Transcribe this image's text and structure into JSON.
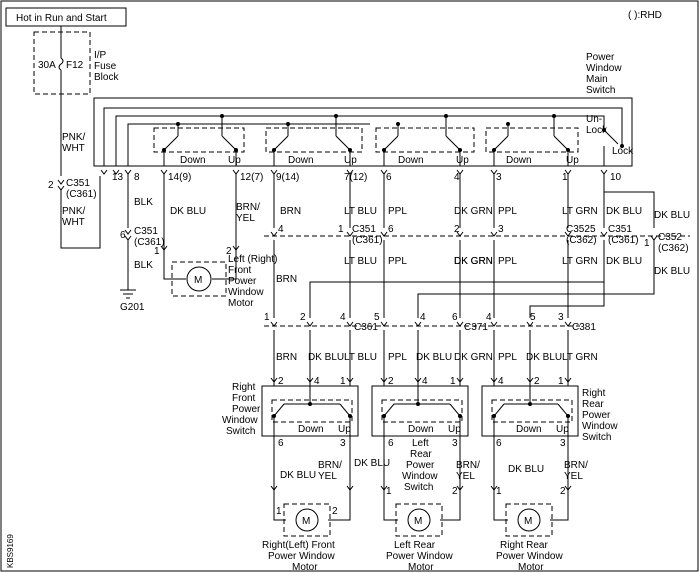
{
  "header": {
    "power_label": "Hot in Run and Start",
    "rhd_note": "( ):RHD"
  },
  "fuse": {
    "rating": "30A",
    "id": "F12",
    "block_label": [
      "I/P",
      "Fuse",
      "Block"
    ]
  },
  "main_switch": {
    "label": [
      "Power",
      "Window",
      "Main",
      "Switch"
    ],
    "lock_labels": [
      "Un-",
      "Lock",
      "Lock"
    ],
    "down_label": "Down",
    "up_label": "Up",
    "pins": [
      "13",
      "8",
      "14(9)",
      "12(7)",
      "9(14)",
      "7(12)",
      "6",
      "4",
      "3",
      "1",
      "10"
    ]
  },
  "left_branch": {
    "wire_top": [
      "PNK/",
      "WHT"
    ],
    "wire_bottom": [
      "PNK/",
      "WHT"
    ],
    "connector": [
      "C351",
      "(C361)"
    ],
    "pin": "2"
  },
  "ground_branch": {
    "wire_top": "BLK",
    "wire_bottom": "BLK",
    "connector": [
      "C351",
      "(C361)"
    ],
    "pin": "6",
    "ground": "G201"
  },
  "left_front_motor": {
    "wire_a": "DK BLU",
    "wire_b": [
      "BRN/",
      "YEL"
    ],
    "pin_a": "1",
    "pin_b": "2",
    "symbol": "M",
    "label": [
      "Left (Right)",
      "Front",
      "Power",
      "Window",
      "Motor"
    ]
  },
  "upper_wires": {
    "w1": "BRN",
    "w2": "LT BLU",
    "w3": "PPL",
    "w4": "DK GRN",
    "w5": "PPL",
    "w6": "LT GRN",
    "w7": "DK BLU",
    "w8": "DK BLU"
  },
  "upper_pins": [
    "4",
    "1",
    "6",
    "2",
    "3",
    "5",
    "1"
  ],
  "upper_connectors": {
    "c351_361": [
      "C351",
      "(C361)"
    ],
    "c352_362": [
      "C352",
      "(C362)"
    ],
    "c351_361b": [
      "C351",
      "(C361)"
    ],
    "c352_362b": [
      "C352",
      "(C362)"
    ]
  },
  "mid_wires": {
    "w1": "LT BLU",
    "w2": "PPL",
    "w3": "DK GRN",
    "w4": "LT GRN",
    "w5": "DK BLU",
    "brn": "BRN",
    "dkblu_right": "DK BLU"
  },
  "mid_connectors": {
    "c361": "C361",
    "c371": "C371",
    "c381": "C381",
    "pins_a": [
      "1",
      "2",
      "4"
    ],
    "pins_b": [
      "5",
      "4",
      "6"
    ],
    "pins_c": [
      "4",
      "5",
      "3"
    ]
  },
  "lower_wires": {
    "rf": [
      "BRN",
      "DK BLU",
      "LT BLU"
    ],
    "lr": [
      "PPL",
      "DK BLU",
      "DK GRN"
    ],
    "rr": [
      "PPL",
      "DK BLU",
      "LT GRN"
    ]
  },
  "switches": {
    "rf": {
      "label": [
        "Right",
        "Front",
        "Power",
        "Window",
        "Switch"
      ],
      "top_pins": [
        "2",
        "4",
        "1"
      ],
      "bottom_pins": [
        "6",
        "3"
      ]
    },
    "lr": {
      "label": [
        "Left",
        "Rear",
        "Power",
        "Window",
        "Switch"
      ],
      "top_pins": [
        "2",
        "4",
        "1"
      ],
      "bottom_pins": [
        "6",
        "3"
      ]
    },
    "rr": {
      "label": [
        "Right",
        "Rear",
        "Power",
        "Window",
        "Switch"
      ],
      "top_pins": [
        "2",
        "4",
        "1"
      ],
      "bottom_pins": [
        "6",
        "3"
      ]
    }
  },
  "motors": {
    "rf": {
      "wire_a": "DK BLU",
      "wire_b": [
        "BRN/",
        "YEL"
      ],
      "pins": [
        "1",
        "2"
      ],
      "label": [
        "Right(Left) Front",
        "Power Window",
        "Motor"
      ]
    },
    "lr": {
      "wire_a": "DK BLU",
      "wire_b": [
        "BRN/",
        "YEL"
      ],
      "pins": [
        "1",
        "2"
      ],
      "label": [
        "Left Rear",
        "Power Window",
        "Motor"
      ]
    },
    "rr": {
      "wire_a": "DK BLU",
      "wire_b": [
        "BRN/",
        "YEL"
      ],
      "pins": [
        "1",
        "2"
      ],
      "label": [
        "Right Rear",
        "Power Window",
        "Motor"
      ]
    }
  },
  "figure_id": "KBS9169"
}
